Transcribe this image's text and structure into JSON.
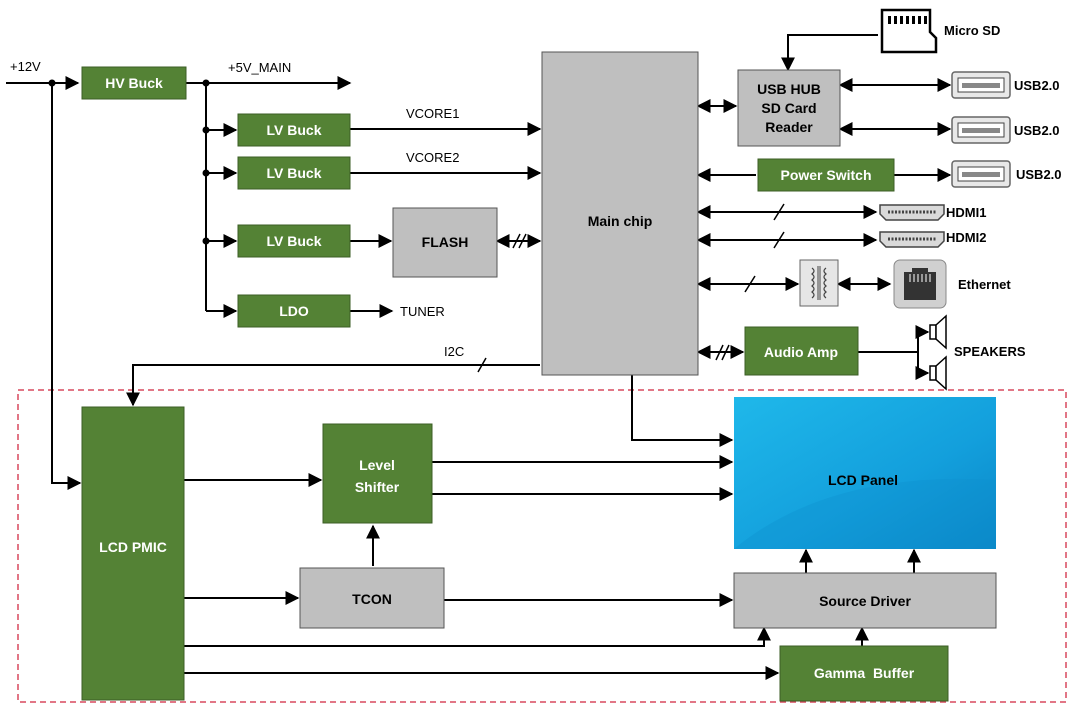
{
  "diagram": {
    "inputs": {
      "v12": "+12V",
      "v5": "+5V_MAIN"
    },
    "blocks": {
      "hv_buck": "HV Buck",
      "lv_buck_1": "LV Buck",
      "lv_buck_2": "LV Buck",
      "lv_buck_3": "LV Buck",
      "ldo": "LDO",
      "flash": "FLASH",
      "main_chip": "Main chip",
      "usb_hub_line1": "USB HUB",
      "usb_hub_line2": "SD Card",
      "usb_hub_line3": "Reader",
      "power_switch": "Power Switch",
      "audio_amp": "Audio Amp",
      "lcd_pmic": "LCD PMIC",
      "level_shifter_line1": "Level",
      "level_shifter_line2": "Shifter",
      "tcon": "TCON",
      "lcd_panel": "LCD Panel",
      "source_driver": "Source Driver",
      "gamma_buffer": "Gamma  Buffer"
    },
    "signals": {
      "vcore1": "VCORE1",
      "vcore2": "VCORE2",
      "tuner": "TUNER",
      "i2c": "I2C"
    },
    "ports": {
      "micro_sd": "Micro SD",
      "usb_1": "USB2.0",
      "usb_2": "USB2.0",
      "usb_3": "USB2.0",
      "hdmi_1": "HDMI1",
      "hdmi_2": "HDMI2",
      "ethernet": "Ethernet",
      "speakers": "SPEAKERS"
    },
    "colors": {
      "green_block": "#548235",
      "gray_block": "#bfbfbf",
      "lcd_panel_blue": "#1aa8e0",
      "dashed_border": "#d9485f"
    }
  }
}
